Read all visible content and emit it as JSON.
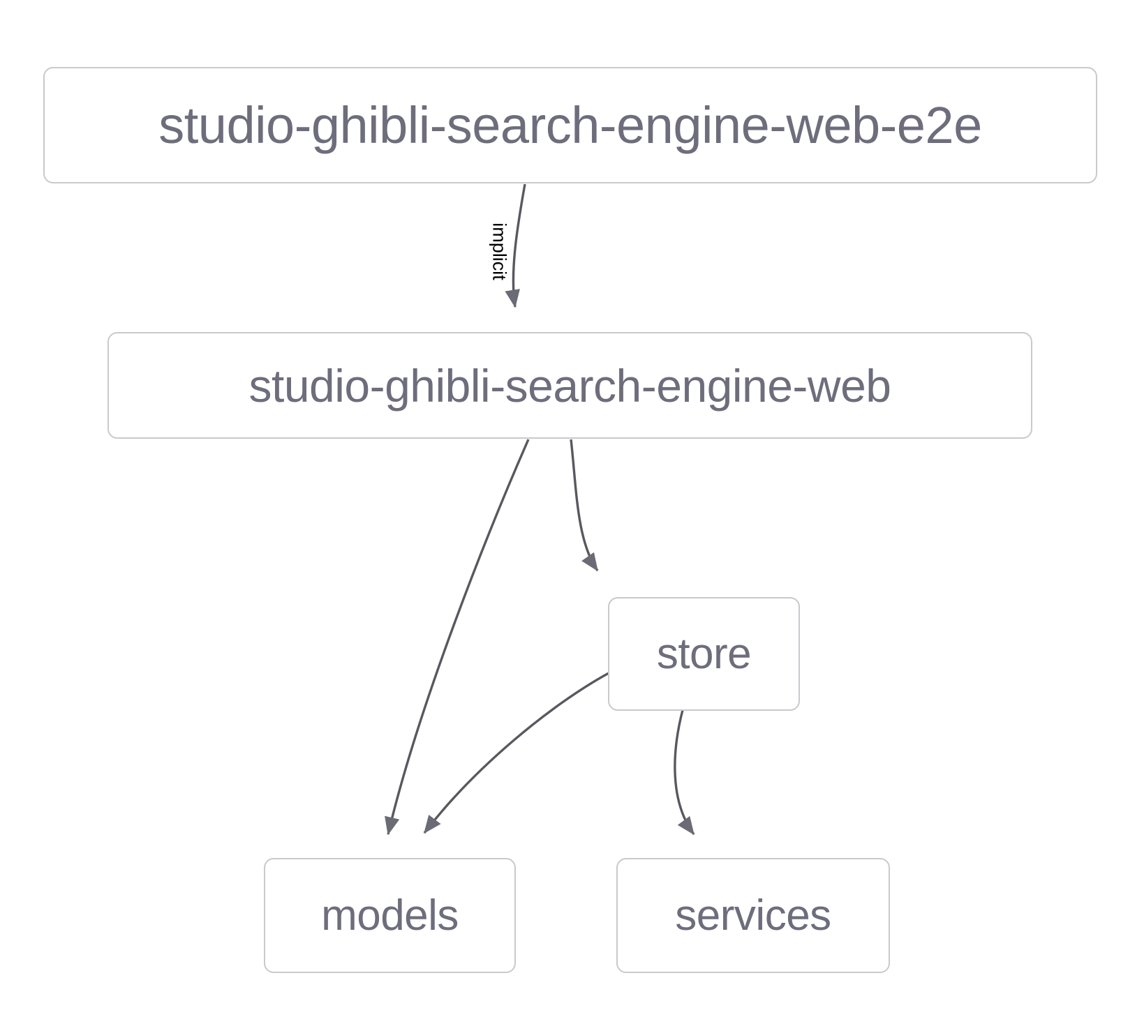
{
  "diagram": {
    "type": "dependency-graph",
    "title": "",
    "background_color": "#ffffff",
    "node_border_color": "#c9c9ce",
    "node_text_color": "#6d6d7c",
    "edge_color": "#58585f",
    "edge_label_color": "#000000",
    "nodes": [
      {
        "id": "root",
        "label": "studio-ghibli-search-engine-web-e2e"
      },
      {
        "id": "web",
        "label": "studio-ghibli-search-engine-web"
      },
      {
        "id": "store",
        "label": "store"
      },
      {
        "id": "models",
        "label": "models"
      },
      {
        "id": "services",
        "label": "services"
      }
    ],
    "edges": [
      {
        "from": "root",
        "to": "web",
        "label": "implicit"
      },
      {
        "from": "web",
        "to": "models",
        "label": ""
      },
      {
        "from": "web",
        "to": "store",
        "label": ""
      },
      {
        "from": "store",
        "to": "models",
        "label": ""
      },
      {
        "from": "store",
        "to": "services",
        "label": ""
      }
    ]
  }
}
